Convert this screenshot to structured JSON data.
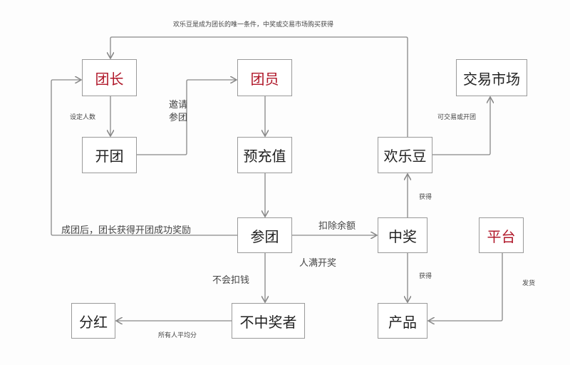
{
  "nodes": {
    "leader": "团长",
    "member": "团员",
    "open_group": "开团",
    "prepay": "预充值",
    "happy_beans": "欢乐豆",
    "market": "交易市场",
    "join_group": "参团",
    "win": "中奖",
    "platform": "平台",
    "dividend": "分红",
    "non_winner": "不中奖者",
    "product": "产品"
  },
  "labels": {
    "top_note": "欢乐豆是成为团长的唯一条件，中奖或交易市场购买获得",
    "set_count": "设定人数",
    "invite_1": "邀请",
    "invite_2": "参团",
    "tradeable": "可交易或开团",
    "obtain_beans": "获得",
    "group_reward": "成团后，团长获得开团成功奖励",
    "deduct": "扣除余额",
    "full_draw": "人满开奖",
    "no_charge": "不会扣钱",
    "obtain_product": "获得",
    "ship": "发货",
    "split_even": "所有人平均分"
  },
  "colors": {
    "highlight": "#b0182a",
    "line": "#888888"
  }
}
